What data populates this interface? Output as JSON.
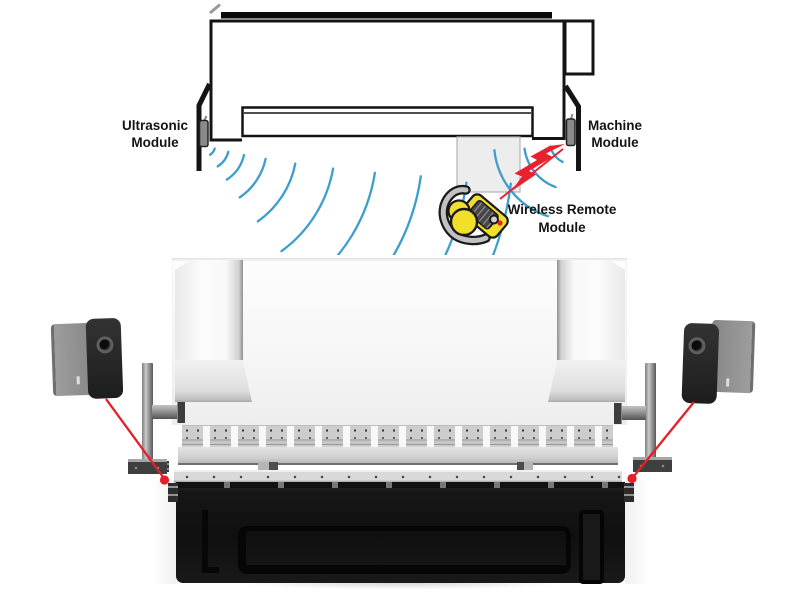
{
  "diagram": {
    "labels": {
      "ultrasonic": "Ultrasonic Module",
      "machine": "Machine Module",
      "wireless": "Wireless Remote Module"
    },
    "colors": {
      "wave_blue": "#3d9ecd",
      "signal_red": "#e8212e",
      "remote_yellow": "#f2df2b",
      "outline": "#141414"
    },
    "icons": [
      "ultrasonic-wave-arcs-icon",
      "lightning-bolt-icon",
      "foot-pedal-remote-icon",
      "sensor-module-icon"
    ]
  },
  "photo": {
    "laser_color": "#e51f29",
    "elements": [
      "left-sensor-camera",
      "right-sensor-camera",
      "laser-beam",
      "laser-dot",
      "mounting-post",
      "press-brake-machine"
    ]
  }
}
